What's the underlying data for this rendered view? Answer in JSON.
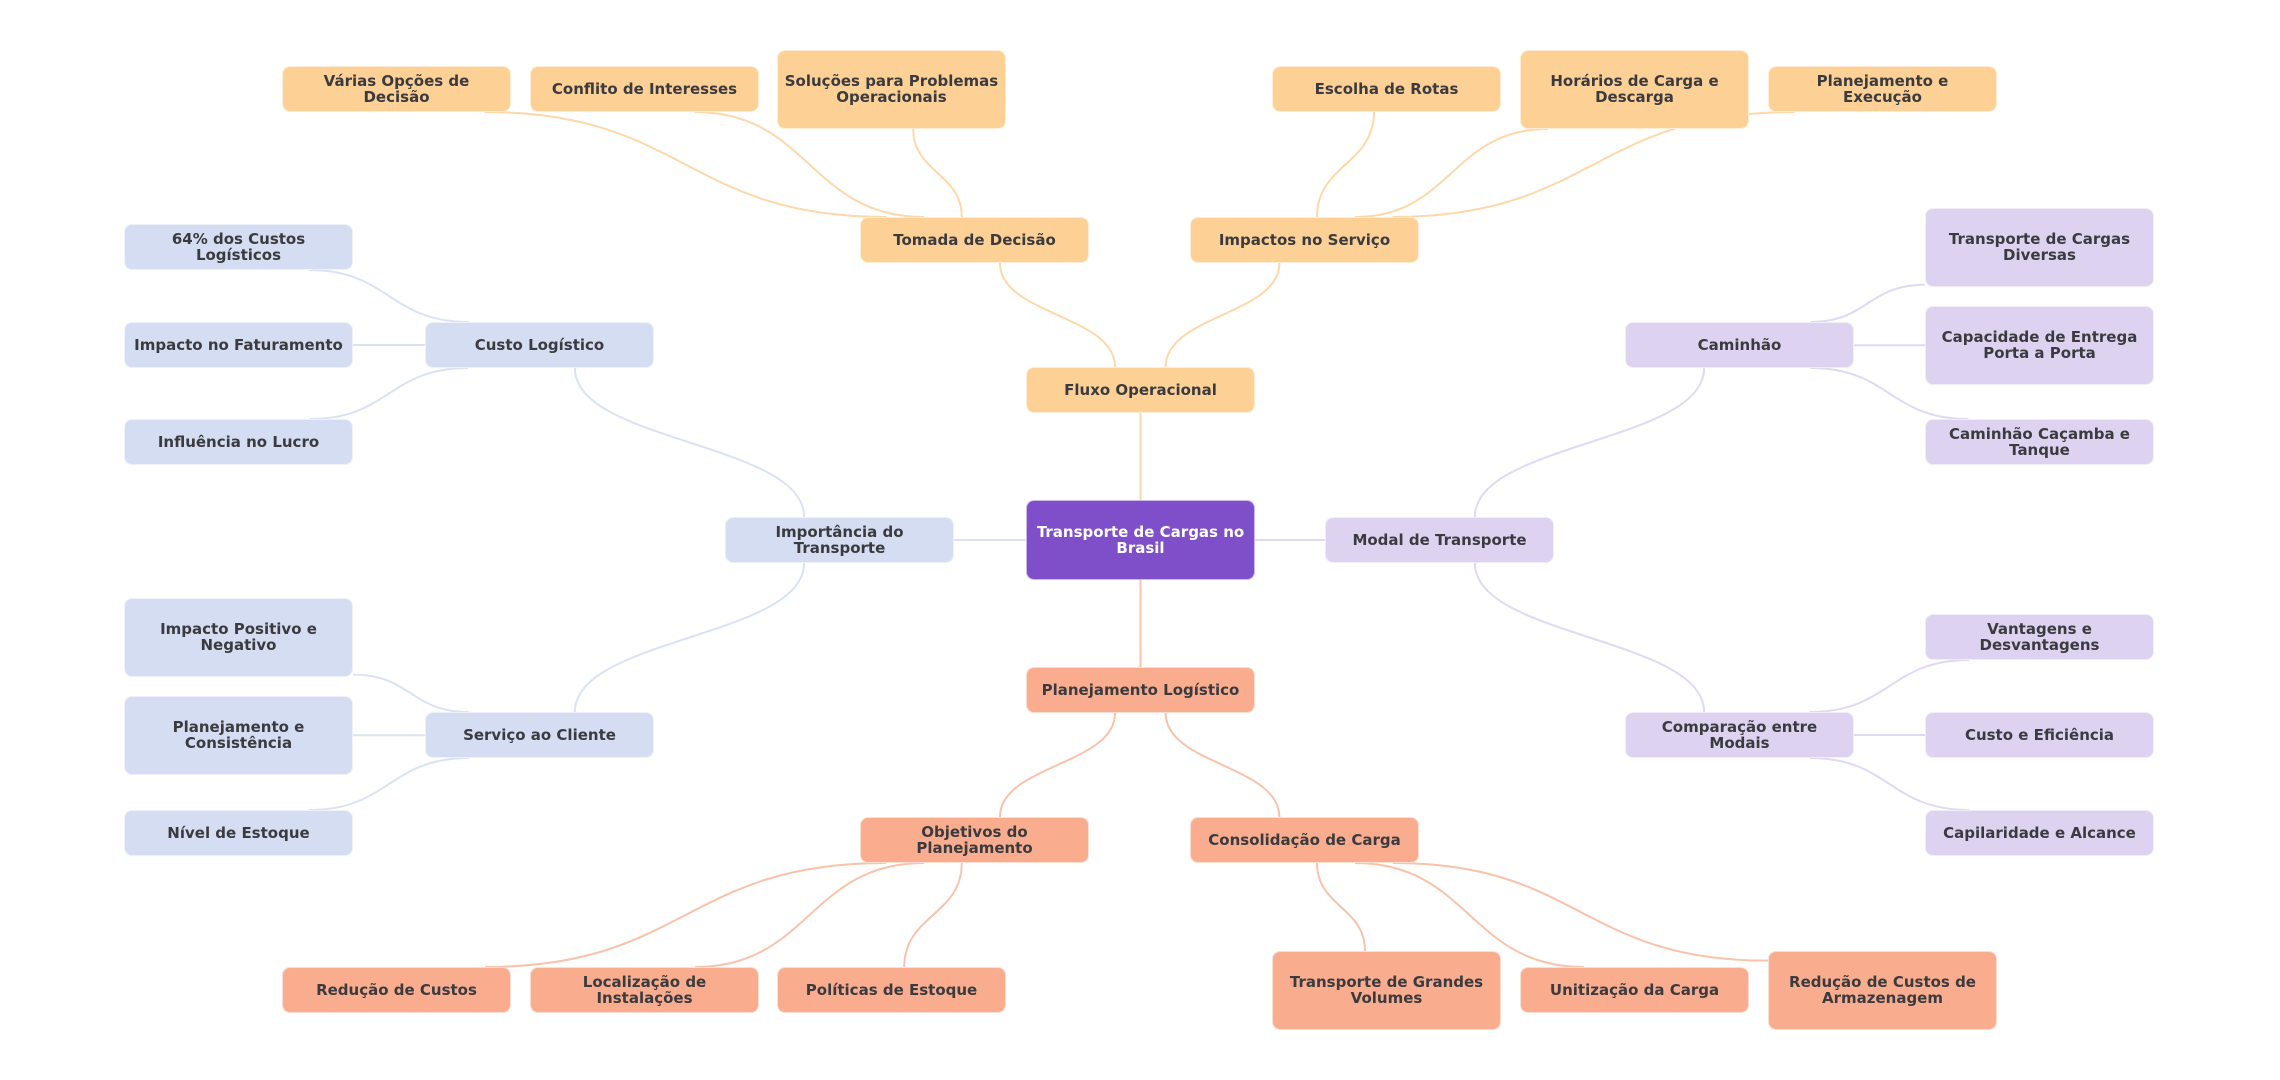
{
  "diagram": {
    "type": "mind-map",
    "colors": {
      "root": "#7f4fca",
      "operational": "#fdd196",
      "operational_edge": "#fdd8a8",
      "planning": "#f9ad8e",
      "planning_edge": "#f9c2aa",
      "importance": "#d4ddf2",
      "importance_edge": "#dbe2f4",
      "modal": "#ddd3f1",
      "modal_edge": "#e1d8f4",
      "text_dark": "#3b3b3f",
      "text_light": "#ffffff"
    },
    "root": {
      "id": "root",
      "label": "Transporte de Cargas no Brasil"
    },
    "nodes": [
      {
        "id": "fluxo",
        "label": "Fluxo Operacional",
        "parent": "root",
        "branch": "operational"
      },
      {
        "id": "tomada",
        "label": "Tomada de Decisão",
        "parent": "fluxo",
        "branch": "operational"
      },
      {
        "id": "varias",
        "label": "Várias Opções de Decisão",
        "parent": "tomada",
        "branch": "operational"
      },
      {
        "id": "conflito",
        "label": "Conflito de Interesses",
        "parent": "tomada",
        "branch": "operational"
      },
      {
        "id": "solucoes",
        "label": "Soluções para Problemas Operacionais",
        "parent": "tomada",
        "branch": "operational"
      },
      {
        "id": "impactos",
        "label": "Impactos no Serviço",
        "parent": "fluxo",
        "branch": "operational"
      },
      {
        "id": "rotas",
        "label": "Escolha de Rotas",
        "parent": "impactos",
        "branch": "operational"
      },
      {
        "id": "horarios",
        "label": "Horários de Carga e Descarga",
        "parent": "impactos",
        "branch": "operational"
      },
      {
        "id": "planexec",
        "label": "Planejamento e Execução",
        "parent": "impactos",
        "branch": "operational"
      },
      {
        "id": "importancia",
        "label": "Importância do Transporte",
        "parent": "root",
        "branch": "importance"
      },
      {
        "id": "custo",
        "label": "Custo Logístico",
        "parent": "importancia",
        "branch": "importance"
      },
      {
        "id": "pct64",
        "label": "64% dos Custos Logísticos",
        "parent": "custo",
        "branch": "importance"
      },
      {
        "id": "faturamento",
        "label": "Impacto no Faturamento",
        "parent": "custo",
        "branch": "importance"
      },
      {
        "id": "lucro",
        "label": "Influência no Lucro",
        "parent": "custo",
        "branch": "importance"
      },
      {
        "id": "servico",
        "label": "Serviço ao Cliente",
        "parent": "importancia",
        "branch": "importance"
      },
      {
        "id": "posneg",
        "label": "Impacto Positivo e Negativo",
        "parent": "servico",
        "branch": "importance"
      },
      {
        "id": "consist",
        "label": "Planejamento e Consistência",
        "parent": "servico",
        "branch": "importance"
      },
      {
        "id": "estoque",
        "label": "Nível de Estoque",
        "parent": "servico",
        "branch": "importance"
      },
      {
        "id": "modal",
        "label": "Modal de Transporte",
        "parent": "root",
        "branch": "modal"
      },
      {
        "id": "caminhao",
        "label": "Caminhão",
        "parent": "modal",
        "branch": "modal"
      },
      {
        "id": "diversas",
        "label": "Transporte de Cargas Diversas",
        "parent": "caminhao",
        "branch": "modal"
      },
      {
        "id": "porta",
        "label": "Capacidade de Entrega Porta a Porta",
        "parent": "caminhao",
        "branch": "modal"
      },
      {
        "id": "cacamba",
        "label": "Caminhão Caçamba e Tanque",
        "parent": "caminhao",
        "branch": "modal"
      },
      {
        "id": "comparacao",
        "label": "Comparação entre Modais",
        "parent": "modal",
        "branch": "modal"
      },
      {
        "id": "vantagens",
        "label": "Vantagens e Desvantagens",
        "parent": "comparacao",
        "branch": "modal"
      },
      {
        "id": "eficiencia",
        "label": "Custo e Eficiência",
        "parent": "comparacao",
        "branch": "modal"
      },
      {
        "id": "capilaridade",
        "label": "Capilaridade e Alcance",
        "parent": "comparacao",
        "branch": "modal"
      },
      {
        "id": "planlog",
        "label": "Planejamento Logístico",
        "parent": "root",
        "branch": "planning"
      },
      {
        "id": "objetivos",
        "label": "Objetivos do Planejamento",
        "parent": "planlog",
        "branch": "planning"
      },
      {
        "id": "reducao",
        "label": "Redução de Custos",
        "parent": "objetivos",
        "branch": "planning"
      },
      {
        "id": "localizacao",
        "label": "Localização de Instalações",
        "parent": "objetivos",
        "branch": "planning"
      },
      {
        "id": "politicas",
        "label": "Políticas de Estoque",
        "parent": "objetivos",
        "branch": "planning"
      },
      {
        "id": "consolidacao",
        "label": "Consolidação de Carga",
        "parent": "planlog",
        "branch": "planning"
      },
      {
        "id": "grandes",
        "label": "Transporte de Grandes Volumes",
        "parent": "consolidacao",
        "branch": "planning"
      },
      {
        "id": "unitizacao",
        "label": "Unitização da Carga",
        "parent": "consolidacao",
        "branch": "planning"
      },
      {
        "id": "armazenagem",
        "label": "Redução de Custos de Armazenagem",
        "parent": "consolidacao",
        "branch": "planning"
      }
    ]
  }
}
